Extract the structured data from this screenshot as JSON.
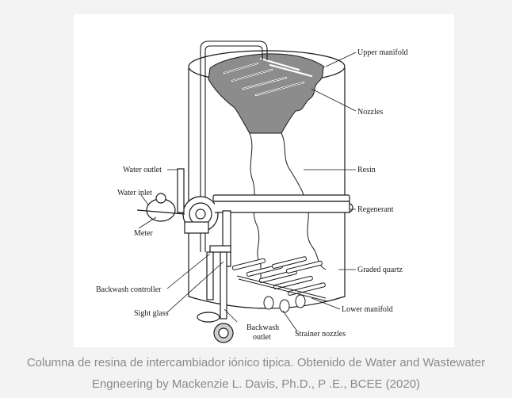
{
  "labels": {
    "upper_manifold": "Upper manifold",
    "nozzles": "Nozzles",
    "water_outlet": "Water outlet",
    "resin": "Resin",
    "water_inlet": "Water inlet",
    "regenerant": "Regenerant",
    "meter": "Meter",
    "graded_quartz": "Graded quartz",
    "backwash_controller": "Backwash controller",
    "lower_manifold": "Lower manifold",
    "sight_glass": "Sight glass",
    "backwash_outlet_1": "Backwash",
    "backwash_outlet_2": "outlet",
    "strainer_nozzles": "Strainer nozzles"
  },
  "caption": {
    "line1": "Columna de resina de intercambiador iónico tipica. Obtenido de Water and Wastewater",
    "line2": "Engneering by Mackenzie L. Davis, Ph.D., P .E., BCEE (2020)"
  },
  "colors": {
    "page_background": "#f3f3f3",
    "figure_background": "#ffffff",
    "ink": "#1a1a1a",
    "resin_fill": "#8c8c8c",
    "caption_text": "#8a8a8a"
  }
}
